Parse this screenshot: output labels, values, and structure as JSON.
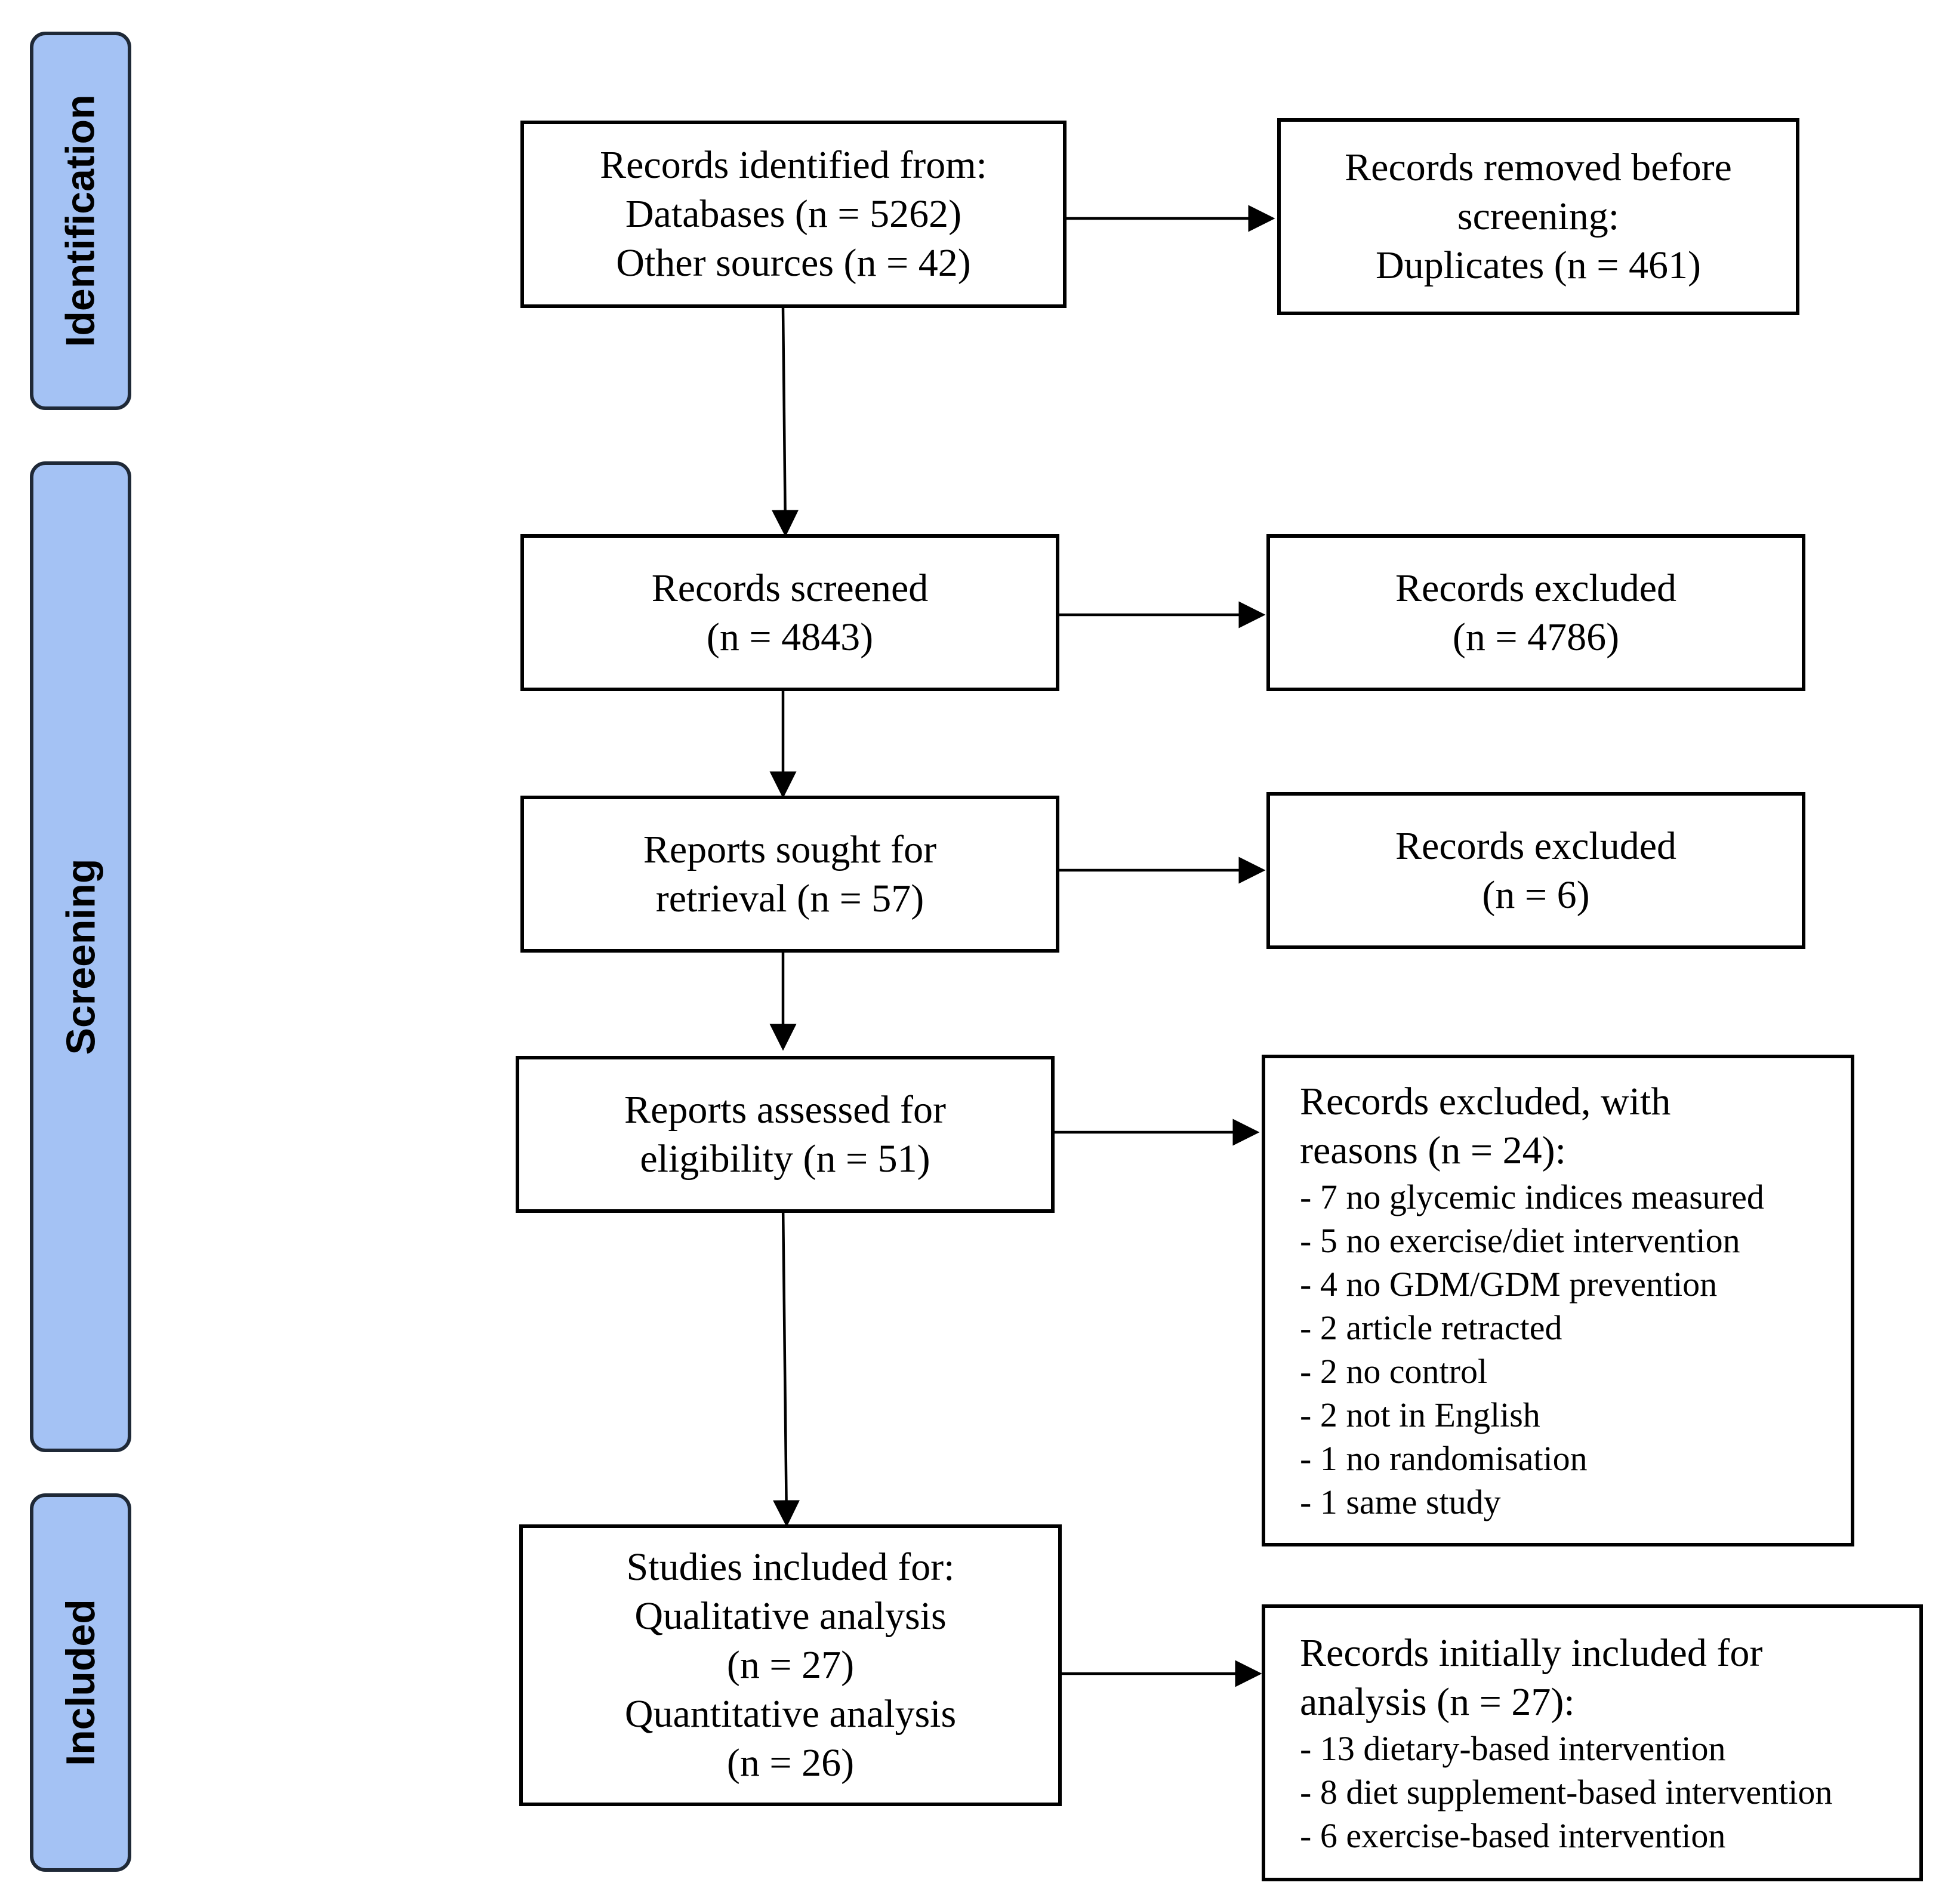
{
  "phases": {
    "identification": "Identification",
    "screening": "Screening",
    "included": "Included"
  },
  "boxes": {
    "identified": {
      "lines": [
        "Records identified from:",
        "Databases (n = 5262)",
        "Other sources (n = 42)"
      ]
    },
    "removed": {
      "lines": [
        "Records removed before",
        "screening:",
        "Duplicates (n = 461)"
      ]
    },
    "screened": {
      "lines": [
        "Records screened",
        "(n = 4843)"
      ]
    },
    "excluded_screen": {
      "lines": [
        "Records excluded",
        "(n = 4786)"
      ]
    },
    "sought": {
      "lines": [
        "Reports sought for",
        "retrieval (n = 57)"
      ]
    },
    "excluded_retrieval": {
      "lines": [
        "Records excluded",
        "(n = 6)"
      ]
    },
    "assessed": {
      "lines": [
        "Reports assessed for",
        "eligibility (n = 51)"
      ]
    },
    "excluded_reasons": {
      "heading": [
        "Records excluded, with",
        "reasons (n = 24):"
      ],
      "items": [
        "- 7 no glycemic indices measured",
        "- 5 no exercise/diet intervention",
        "- 4 no GDM/GDM prevention",
        "- 2 article retracted",
        "- 2 no control",
        "- 2 not in English",
        "- 1 no randomisation",
        "- 1 same study"
      ]
    },
    "included": {
      "lines": [
        "Studies included for:",
        "Qualitative analysis",
        "(n = 27)",
        "Quantitative analysis",
        "(n = 26)"
      ]
    },
    "initially_included": {
      "heading": [
        "Records initially included for",
        "analysis (n = 27):"
      ],
      "items": [
        "- 13 dietary-based intervention",
        "- 8 diet supplement-based intervention",
        "- 6 exercise-based intervention"
      ]
    }
  }
}
